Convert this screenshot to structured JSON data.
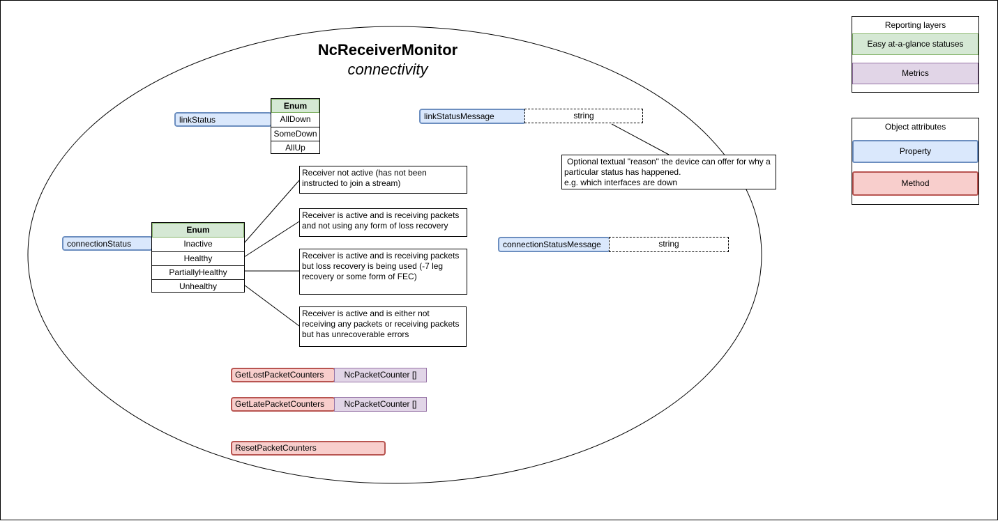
{
  "title": "NcReceiverMonitor",
  "subtitle": "connectivity",
  "link_status": {
    "property": "linkStatus",
    "enum_header": "Enum",
    "items": [
      "AllDown",
      "SomeDown",
      "AllUp"
    ]
  },
  "link_status_message": {
    "property": "linkStatusMessage",
    "type": "string",
    "note_lines": [
      "Optional textual \"reason\" the device can offer for why a",
      "particular status has happened.",
      "e.g. which interfaces are down"
    ]
  },
  "connection_status": {
    "property": "connectionStatus",
    "enum_header": "Enum",
    "items": [
      "Inactive",
      "Healthy",
      "PartiallyHealthy",
      "Unhealthy"
    ],
    "notes": [
      "Receiver not active (has not been instructed to join a stream)",
      "Receiver is active and is receiving packets and not using any form of loss recovery",
      "Receiver is active and is receiving packets but loss recovery is being used (-7 leg recovery or some form of FEC)",
      "Receiver is active and is either not receiving any packets or receiving packets but has unrecoverable errors"
    ]
  },
  "connection_status_message": {
    "property": "connectionStatusMessage",
    "type": "string"
  },
  "methods": {
    "get_lost": {
      "name": "GetLostPacketCounters",
      "returns": "NcPacketCounter []"
    },
    "get_late": {
      "name": "GetLatePacketCounters",
      "returns": "NcPacketCounter []"
    },
    "reset": {
      "name": "ResetPacketCounters"
    }
  },
  "legend_layers": {
    "title": "Reporting layers",
    "items": [
      "Easy at-a-glance statuses",
      "Metrics"
    ]
  },
  "legend_attributes": {
    "title": "Object attributes",
    "items": [
      "Property",
      "Method"
    ]
  },
  "colors": {
    "property_fill": "#dae8fc",
    "property_stroke": "#6c8ebf",
    "method_fill": "#f8cecc",
    "method_stroke": "#b85450",
    "status_fill": "#d5e8d4",
    "status_stroke": "#82b366",
    "metric_fill": "#e1d5e7",
    "metric_stroke": "#9673a6"
  }
}
